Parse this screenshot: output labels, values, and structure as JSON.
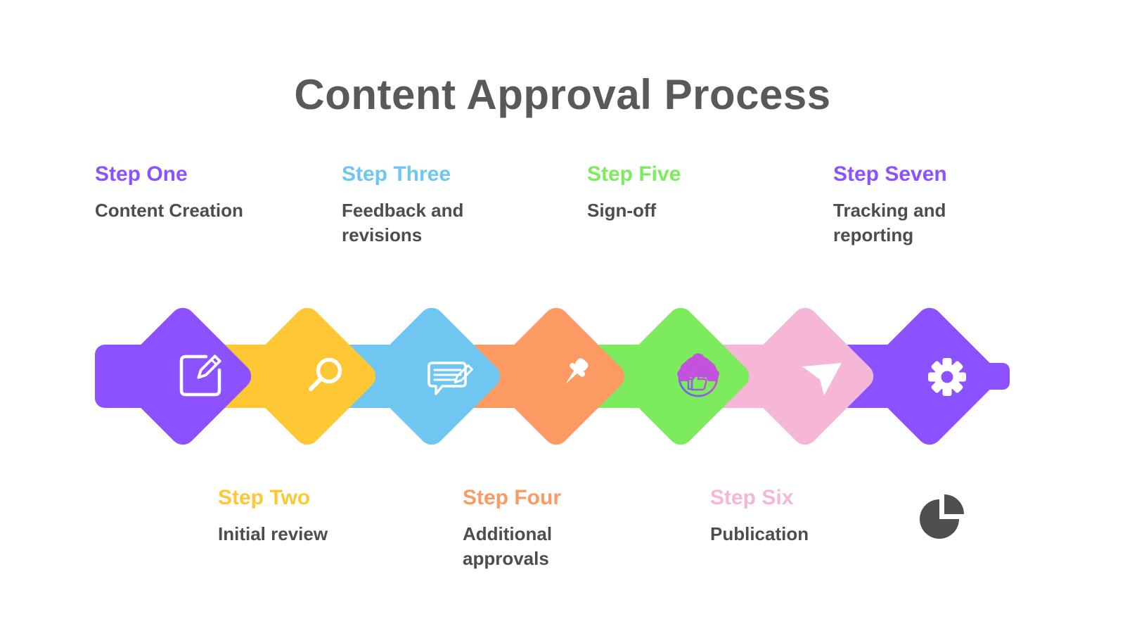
{
  "title": "Content Approval Process",
  "text_colors": {
    "title": "#595959",
    "description": "#4D4D4D"
  },
  "steps": [
    {
      "label": "Step One",
      "description": "Content Creation",
      "color": "#8C52FF",
      "icon": "edit-icon"
    },
    {
      "label": "Step Two",
      "description": "Initial review",
      "color": "#FFC733",
      "icon": "search-icon"
    },
    {
      "label": "Step Three",
      "description": "Feedback and revisions",
      "color": "#6EC6F1",
      "icon": "chat-edit-icon"
    },
    {
      "label": "Step Four",
      "description": "Additional approvals",
      "color": "#FC9A64",
      "icon": "pushpin-icon"
    },
    {
      "label": "Step Five",
      "description": "Sign-off",
      "color": "#7CEB5E",
      "icon": "rating-stars-icon"
    },
    {
      "label": "Step Six",
      "description": "Publication",
      "color": "#F5B6D8",
      "icon": "paper-plane-icon"
    },
    {
      "label": "Step Seven",
      "description": "Tracking and reporting",
      "color": "#8C52FF",
      "icon": "gear-icon"
    }
  ],
  "decor": {
    "pie_icon_color": "#4F4F4F"
  }
}
